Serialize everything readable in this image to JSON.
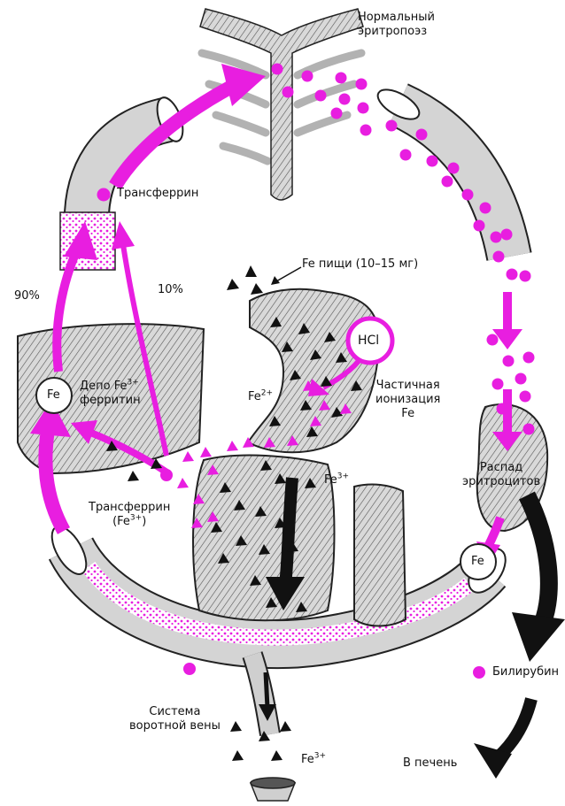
{
  "colors": {
    "accent": "#e81ee0",
    "ink": "#111111",
    "organ_fill": "#cfcfcf",
    "organ_stroke": "#222222",
    "background": "#ffffff"
  },
  "labels": {
    "normal_erythropoiesis_line1": "Нормальный",
    "normal_erythropoiesis_line2": "эритропоэз",
    "transferrin_top": "Трансферрин",
    "food_fe": "Fe пищи (10–15 мг)",
    "percent_90": "90%",
    "percent_10": "10%",
    "hcl": "HCl",
    "depot_line1_prefix": "Депо Fe",
    "depot_line1_sup": "3+",
    "depot_line2": "ферритин",
    "fe_left": "Fe",
    "fe2_base": "Fe",
    "fe2_sup": "2+",
    "partial_ionization_line1": "Частичная",
    "partial_ionization_line2": "ионизация",
    "partial_ionization_line3": "Fe",
    "fe3_mid_base": "Fe",
    "fe3_mid_sup": "3+",
    "rbc_breakdown_line1": "Распад",
    "rbc_breakdown_line2": "эритроцитов",
    "transferrin_low_line1": "Трансферрин",
    "transferrin_low_line2_open": "(Fe",
    "transferrin_low_line2_sup": "3+",
    "transferrin_low_line2_close": ")",
    "fe_right": "Fe",
    "bilirubin": "Билирубин",
    "portal_line1": "Система",
    "portal_line2": "воротной вены",
    "fe3_bottom_base": "Fe",
    "fe3_bottom_sup": "3+",
    "to_liver": "В печень"
  }
}
